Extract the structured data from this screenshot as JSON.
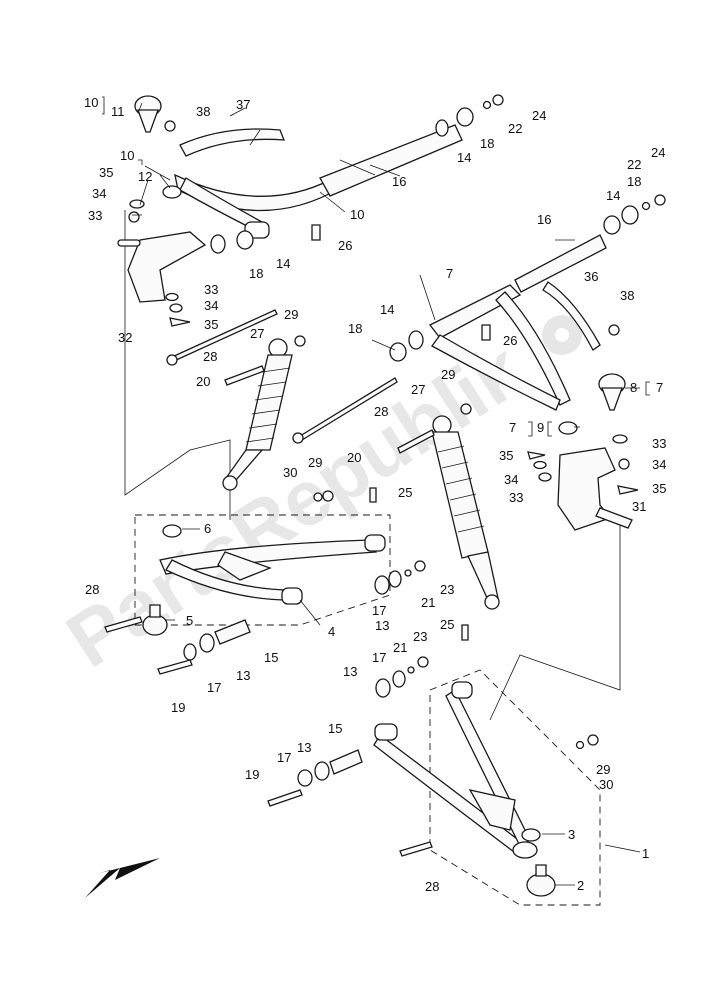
{
  "diagram": {
    "watermark": "PartsRepublik",
    "callouts": [
      {
        "id": "1",
        "text": "1"
      },
      {
        "id": "2",
        "text": "2"
      },
      {
        "id": "3",
        "text": "3"
      },
      {
        "id": "4",
        "text": "4"
      },
      {
        "id": "5",
        "text": "5"
      },
      {
        "id": "6",
        "text": "6"
      },
      {
        "id": "7a",
        "text": "7"
      },
      {
        "id": "7b",
        "text": "7"
      },
      {
        "id": "7c",
        "text": "7"
      },
      {
        "id": "8",
        "text": "8"
      },
      {
        "id": "9",
        "text": "9"
      },
      {
        "id": "10a",
        "text": "10"
      },
      {
        "id": "10b",
        "text": "10"
      },
      {
        "id": "10c",
        "text": "10"
      },
      {
        "id": "11",
        "text": "11"
      },
      {
        "id": "12",
        "text": "12"
      },
      {
        "id": "13a",
        "text": "13"
      },
      {
        "id": "13b",
        "text": "13"
      },
      {
        "id": "13c",
        "text": "13"
      },
      {
        "id": "13d",
        "text": "13"
      },
      {
        "id": "14a",
        "text": "14"
      },
      {
        "id": "14b",
        "text": "14"
      },
      {
        "id": "14c",
        "text": "14"
      },
      {
        "id": "14d",
        "text": "14"
      },
      {
        "id": "15a",
        "text": "15"
      },
      {
        "id": "15b",
        "text": "15"
      },
      {
        "id": "16a",
        "text": "16"
      },
      {
        "id": "16b",
        "text": "16"
      },
      {
        "id": "17a",
        "text": "17"
      },
      {
        "id": "17b",
        "text": "17"
      },
      {
        "id": "17c",
        "text": "17"
      },
      {
        "id": "17d",
        "text": "17"
      },
      {
        "id": "18a",
        "text": "18"
      },
      {
        "id": "18b",
        "text": "18"
      },
      {
        "id": "18c",
        "text": "18"
      },
      {
        "id": "18d",
        "text": "18"
      },
      {
        "id": "19a",
        "text": "19"
      },
      {
        "id": "19b",
        "text": "19"
      },
      {
        "id": "20a",
        "text": "20"
      },
      {
        "id": "20b",
        "text": "20"
      },
      {
        "id": "21a",
        "text": "21"
      },
      {
        "id": "21b",
        "text": "21"
      },
      {
        "id": "22a",
        "text": "22"
      },
      {
        "id": "22b",
        "text": "22"
      },
      {
        "id": "23a",
        "text": "23"
      },
      {
        "id": "23b",
        "text": "23"
      },
      {
        "id": "24a",
        "text": "24"
      },
      {
        "id": "24b",
        "text": "24"
      },
      {
        "id": "25a",
        "text": "25"
      },
      {
        "id": "25b",
        "text": "25"
      },
      {
        "id": "26a",
        "text": "26"
      },
      {
        "id": "26b",
        "text": "26"
      },
      {
        "id": "27a",
        "text": "27"
      },
      {
        "id": "27b",
        "text": "27"
      },
      {
        "id": "28a",
        "text": "28"
      },
      {
        "id": "28b",
        "text": "28"
      },
      {
        "id": "28c",
        "text": "28"
      },
      {
        "id": "28d",
        "text": "28"
      },
      {
        "id": "29a",
        "text": "29"
      },
      {
        "id": "29b",
        "text": "29"
      },
      {
        "id": "29c",
        "text": "29"
      },
      {
        "id": "29d",
        "text": "29"
      },
      {
        "id": "30a",
        "text": "30"
      },
      {
        "id": "30b",
        "text": "30"
      },
      {
        "id": "31",
        "text": "31"
      },
      {
        "id": "32",
        "text": "32"
      },
      {
        "id": "33a",
        "text": "33"
      },
      {
        "id": "33b",
        "text": "33"
      },
      {
        "id": "33c",
        "text": "33"
      },
      {
        "id": "33d",
        "text": "33"
      },
      {
        "id": "34a",
        "text": "34"
      },
      {
        "id": "34b",
        "text": "34"
      },
      {
        "id": "34c",
        "text": "34"
      },
      {
        "id": "34d",
        "text": "34"
      },
      {
        "id": "35a",
        "text": "35"
      },
      {
        "id": "35b",
        "text": "35"
      },
      {
        "id": "35c",
        "text": "35"
      },
      {
        "id": "35d",
        "text": "35"
      },
      {
        "id": "36",
        "text": "36"
      },
      {
        "id": "37",
        "text": "37"
      },
      {
        "id": "38a",
        "text": "38"
      },
      {
        "id": "38b",
        "text": "38"
      }
    ]
  }
}
